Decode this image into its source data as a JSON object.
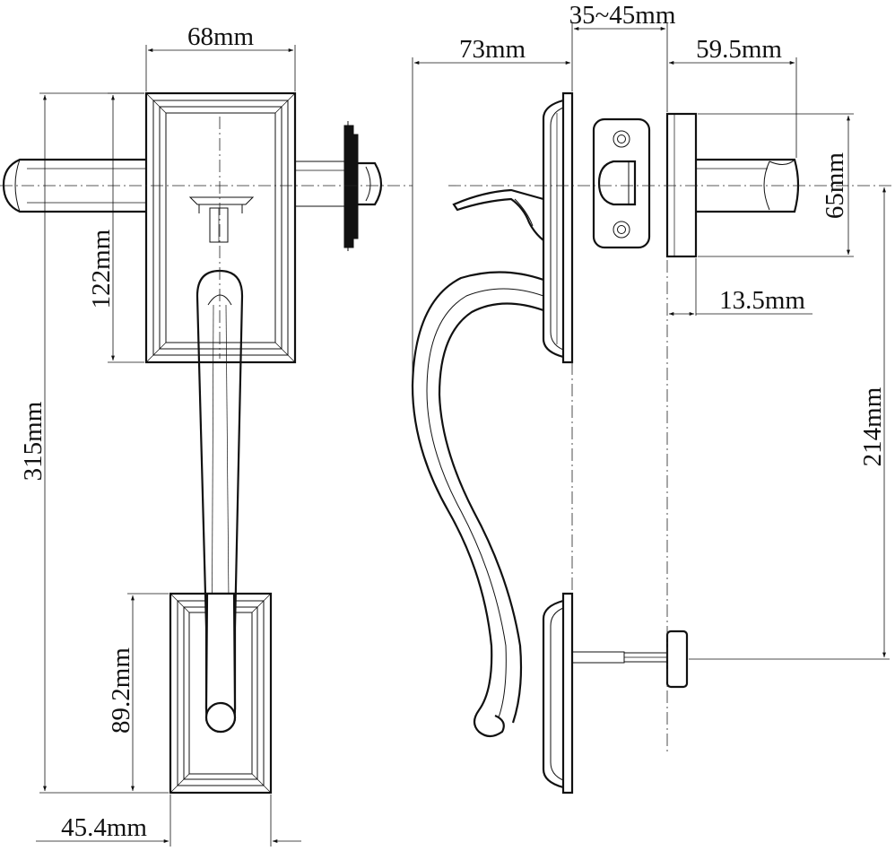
{
  "dimensions": {
    "escutcheon_width": "68mm",
    "handle_projection": "73mm",
    "door_thickness": "35~45mm",
    "lever_length": "59.5mm",
    "rose_diameter": "65mm",
    "rose_thickness": "13.5mm",
    "upper_plate_height": "122mm",
    "overall_height": "315mm",
    "center_to_thumbturn": "214mm",
    "lower_plate_height": "89.2mm",
    "lower_plate_width": "45.4mm"
  },
  "colors": {
    "line": "#111111",
    "background": "#ffffff"
  }
}
